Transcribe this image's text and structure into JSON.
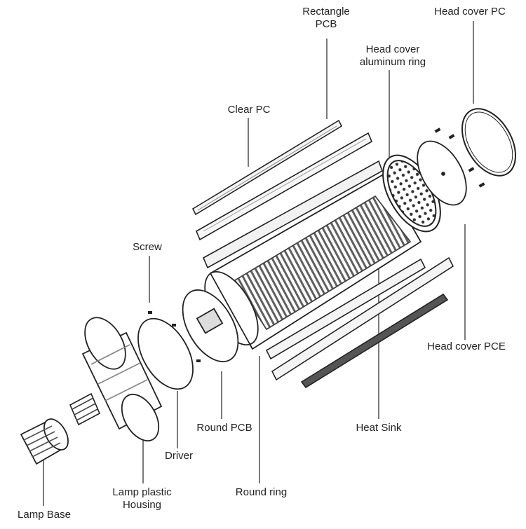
{
  "diagram": {
    "labels": {
      "rectangle_pcb": "Rectangle\nPCB",
      "head_cover_pc": "Head cover PC",
      "head_cover_aluminum_ring": "Head cover\naluminum ring",
      "clear_pc": "Clear PC",
      "screw": "Screw",
      "head_cover_pce": "Head cover PCE",
      "round_pcb": "Round PCB",
      "heat_sink": "Heat Sink",
      "driver": "Driver",
      "lamp_plastic_housing": "Lamp plastic\nHousing",
      "round_ring": "Round ring",
      "lamp_base": "Lamp Base"
    }
  }
}
